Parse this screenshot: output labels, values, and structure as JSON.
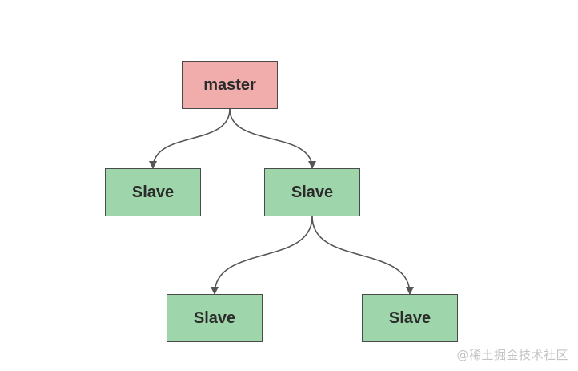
{
  "nodes": {
    "master": {
      "label": "master"
    },
    "slave_left": {
      "label": "Slave"
    },
    "slave_mid": {
      "label": "Slave"
    },
    "slave_bottom_left": {
      "label": "Slave"
    },
    "slave_bottom_right": {
      "label": "Slave"
    }
  },
  "edges": [
    {
      "from": "master",
      "to": "slave_left"
    },
    {
      "from": "master",
      "to": "slave_mid"
    },
    {
      "from": "slave_mid",
      "to": "slave_bottom_left"
    },
    {
      "from": "slave_mid",
      "to": "slave_bottom_right"
    }
  ],
  "colors": {
    "master_fill": "#f0adab",
    "slave_fill": "#9fd5ab",
    "border": "#4a4a4a",
    "edge": "#555555"
  },
  "watermark": "@稀土掘金技术社区"
}
